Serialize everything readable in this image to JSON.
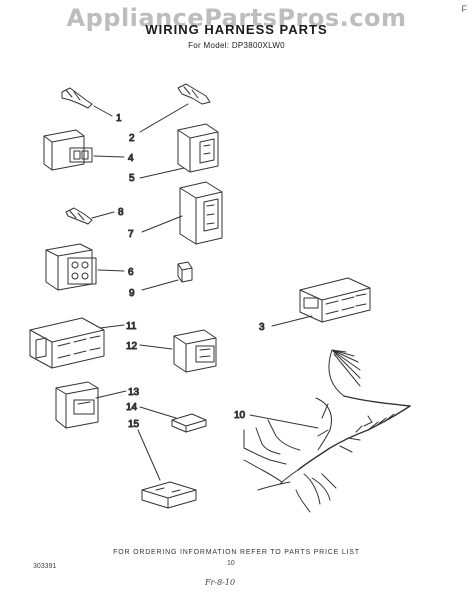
{
  "watermark": "AppliancePartsPros.com",
  "corner_mark": "F",
  "title": "WIRING HARNESS PARTS",
  "subtitle": "For Model: DP3800XLW0",
  "callouts": [
    "1",
    "2",
    "4",
    "5",
    "8",
    "7",
    "6",
    "9",
    "3",
    "11",
    "12",
    "13",
    "10",
    "14",
    "15"
  ],
  "footer_note": "FOR ORDERING INFORMATION REFER TO PARTS PRICE LIST",
  "page_number": "10",
  "drawing_id": "303391",
  "signature": "Fr-8-10"
}
